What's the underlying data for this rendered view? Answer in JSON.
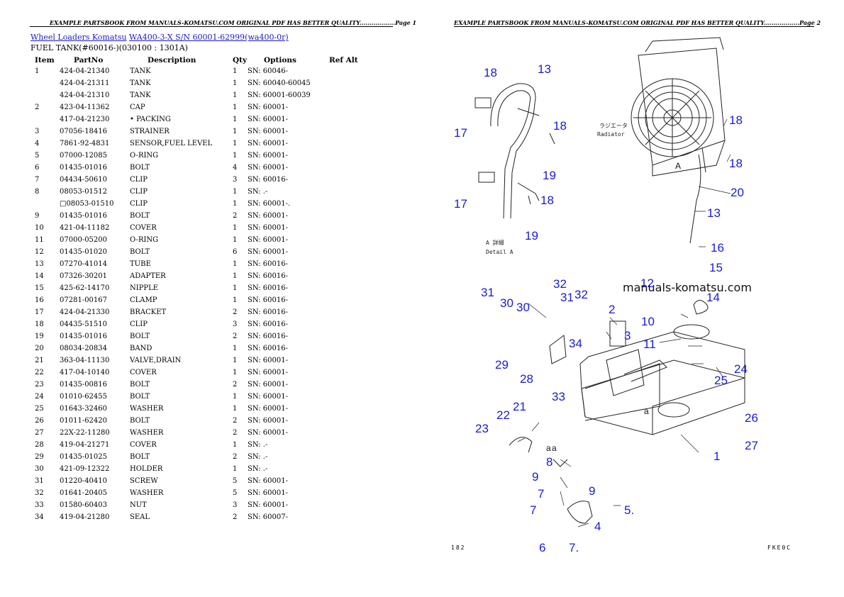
{
  "header": {
    "left_text": "EXAMPLE PARTSBOOK FROM MANUALS-KOMATSU.COM ORIGINAL PDF HAS BETTER QUALITY..................Page 1",
    "right_text": "EXAMPLE PARTSBOOK FROM MANUALS-KOMATSU.COM ORIGINAL PDF HAS BETTER QUALITY..................Page 2"
  },
  "breadcrumb": {
    "link1": "Wheel Loaders Komatsu",
    "link2": "WA400-3-X S/N 60001-62999(wa400-0r)"
  },
  "section_title": "FUEL TANK(#60016-)(030100 : 1301A)",
  "table": {
    "columns": [
      "Item",
      "PartNo",
      "Description",
      "Qty",
      "Options",
      "Ref Alt"
    ],
    "rows": [
      [
        "1",
        "424-04-21340",
        "TANK",
        "1",
        "SN: 60046-",
        ""
      ],
      [
        "",
        "424-04-21311",
        "TANK",
        "1",
        "SN: 60040-60045",
        ""
      ],
      [
        "",
        "424-04-21310",
        "TANK",
        "1",
        "SN: 60001-60039",
        ""
      ],
      [
        "2",
        "423-04-11362",
        "CAP",
        "1",
        "SN: 60001-",
        ""
      ],
      [
        "",
        "417-04-21230",
        "• PACKING",
        "1",
        "SN: 60001-",
        ""
      ],
      [
        "3",
        "07056-18416",
        "STRAINER",
        "1",
        "SN: 60001-",
        ""
      ],
      [
        "4",
        "7861-92-4831",
        "SENSOR,FUEL LEVEL",
        "1",
        "SN: 60001-",
        ""
      ],
      [
        "5",
        "07000-12085",
        "O-RING",
        "1",
        "SN: 60001-",
        ""
      ],
      [
        "6",
        "01435-01016",
        "BOLT",
        "4",
        "SN: 60001-",
        ""
      ],
      [
        "7",
        "04434-50610",
        "CLIP",
        "3",
        "SN: 60016-",
        ""
      ],
      [
        "8",
        "08053-01512",
        "CLIP",
        "1",
        "SN: .-",
        ""
      ],
      [
        "",
        "□08053-01510",
        "CLIP",
        "1",
        "SN: 60001-.",
        ""
      ],
      [
        "9",
        "01435-01016",
        "BOLT",
        "2",
        "SN: 60001-",
        ""
      ],
      [
        "10",
        "421-04-11182",
        "COVER",
        "1",
        "SN: 60001-",
        ""
      ],
      [
        "11",
        "07000-05200",
        "O-RING",
        "1",
        "SN: 60001-",
        ""
      ],
      [
        "12",
        "01435-01020",
        "BOLT",
        "6",
        "SN: 60001-",
        ""
      ],
      [
        "13",
        "07270-41014",
        "TUBE",
        "1",
        "SN: 60016-",
        ""
      ],
      [
        "14",
        "07326-30201",
        "ADAPTER",
        "1",
        "SN: 60016-",
        ""
      ],
      [
        "15",
        "425-62-14170",
        "NIPPLE",
        "1",
        "SN: 60016-",
        ""
      ],
      [
        "16",
        "07281-00167",
        "CLAMP",
        "1",
        "SN: 60016-",
        ""
      ],
      [
        "17",
        "424-04-21330",
        "BRACKET",
        "2",
        "SN: 60016-",
        ""
      ],
      [
        "18",
        "04435-51510",
        "CLIP",
        "3",
        "SN: 60016-",
        ""
      ],
      [
        "19",
        "01435-01016",
        "BOLT",
        "2",
        "SN: 60016-",
        ""
      ],
      [
        "20",
        "08034-20834",
        "BAND",
        "1",
        "SN: 60016-",
        ""
      ],
      [
        "21",
        "363-04-11130",
        "VALVE,DRAIN",
        "1",
        "SN: 60001-",
        ""
      ],
      [
        "22",
        "417-04-10140",
        "COVER",
        "1",
        "SN: 60001-",
        ""
      ],
      [
        "23",
        "01435-00816",
        "BOLT",
        "2",
        "SN: 60001-",
        ""
      ],
      [
        "24",
        "01010-62455",
        "BOLT",
        "1",
        "SN: 60001-",
        ""
      ],
      [
        "25",
        "01643-32460",
        "WASHER",
        "1",
        "SN: 60001-",
        ""
      ],
      [
        "26",
        "01011-62420",
        "BOLT",
        "2",
        "SN: 60001-",
        ""
      ],
      [
        "27",
        "22X-22-11280",
        "WASHER",
        "2",
        "SN: 60001-",
        ""
      ],
      [
        "28",
        "419-04-21271",
        "COVER",
        "1",
        "SN: .-",
        ""
      ],
      [
        "29",
        "01435-01025",
        "BOLT",
        "2",
        "SN: .-",
        ""
      ],
      [
        "30",
        "421-09-12322",
        "HOLDER",
        "1",
        "SN: .-",
        ""
      ],
      [
        "31",
        "01220-40410",
        "SCREW",
        "5",
        "SN: 60001-",
        ""
      ],
      [
        "32",
        "01641-20405",
        "WASHER",
        "5",
        "SN: 60001-",
        ""
      ],
      [
        "33",
        "01580-60403",
        "NUT",
        "3",
        "SN: 60001-",
        ""
      ],
      [
        "34",
        "419-04-21280",
        "SEAL",
        "2",
        "SN: 60007-",
        ""
      ]
    ]
  },
  "diagram": {
    "watermark": "manuals-komatsu.com",
    "radiator_jp": "ラジエータ",
    "radiator_en": "Radiator",
    "detail_jp": "A 詳細",
    "detail_en": "Detail A",
    "footer_left": "182",
    "footer_right": "FKE0C",
    "callouts": [
      "18",
      "13",
      "17",
      "18",
      "19",
      "17",
      "18",
      "19",
      "18",
      "18",
      "20",
      "13",
      "16",
      "15",
      "31",
      "32",
      "30",
      "31",
      "32",
      "30",
      "2",
      "12",
      "14",
      "10",
      "3",
      "11",
      "24",
      "29",
      "34",
      "28",
      "33",
      "25",
      "a",
      "26",
      "27",
      "22",
      "21",
      "23",
      "8",
      "a",
      "9",
      "7",
      "9",
      "7",
      "5.",
      "6",
      "7.",
      "4",
      "1",
      "A",
      "a"
    ]
  }
}
